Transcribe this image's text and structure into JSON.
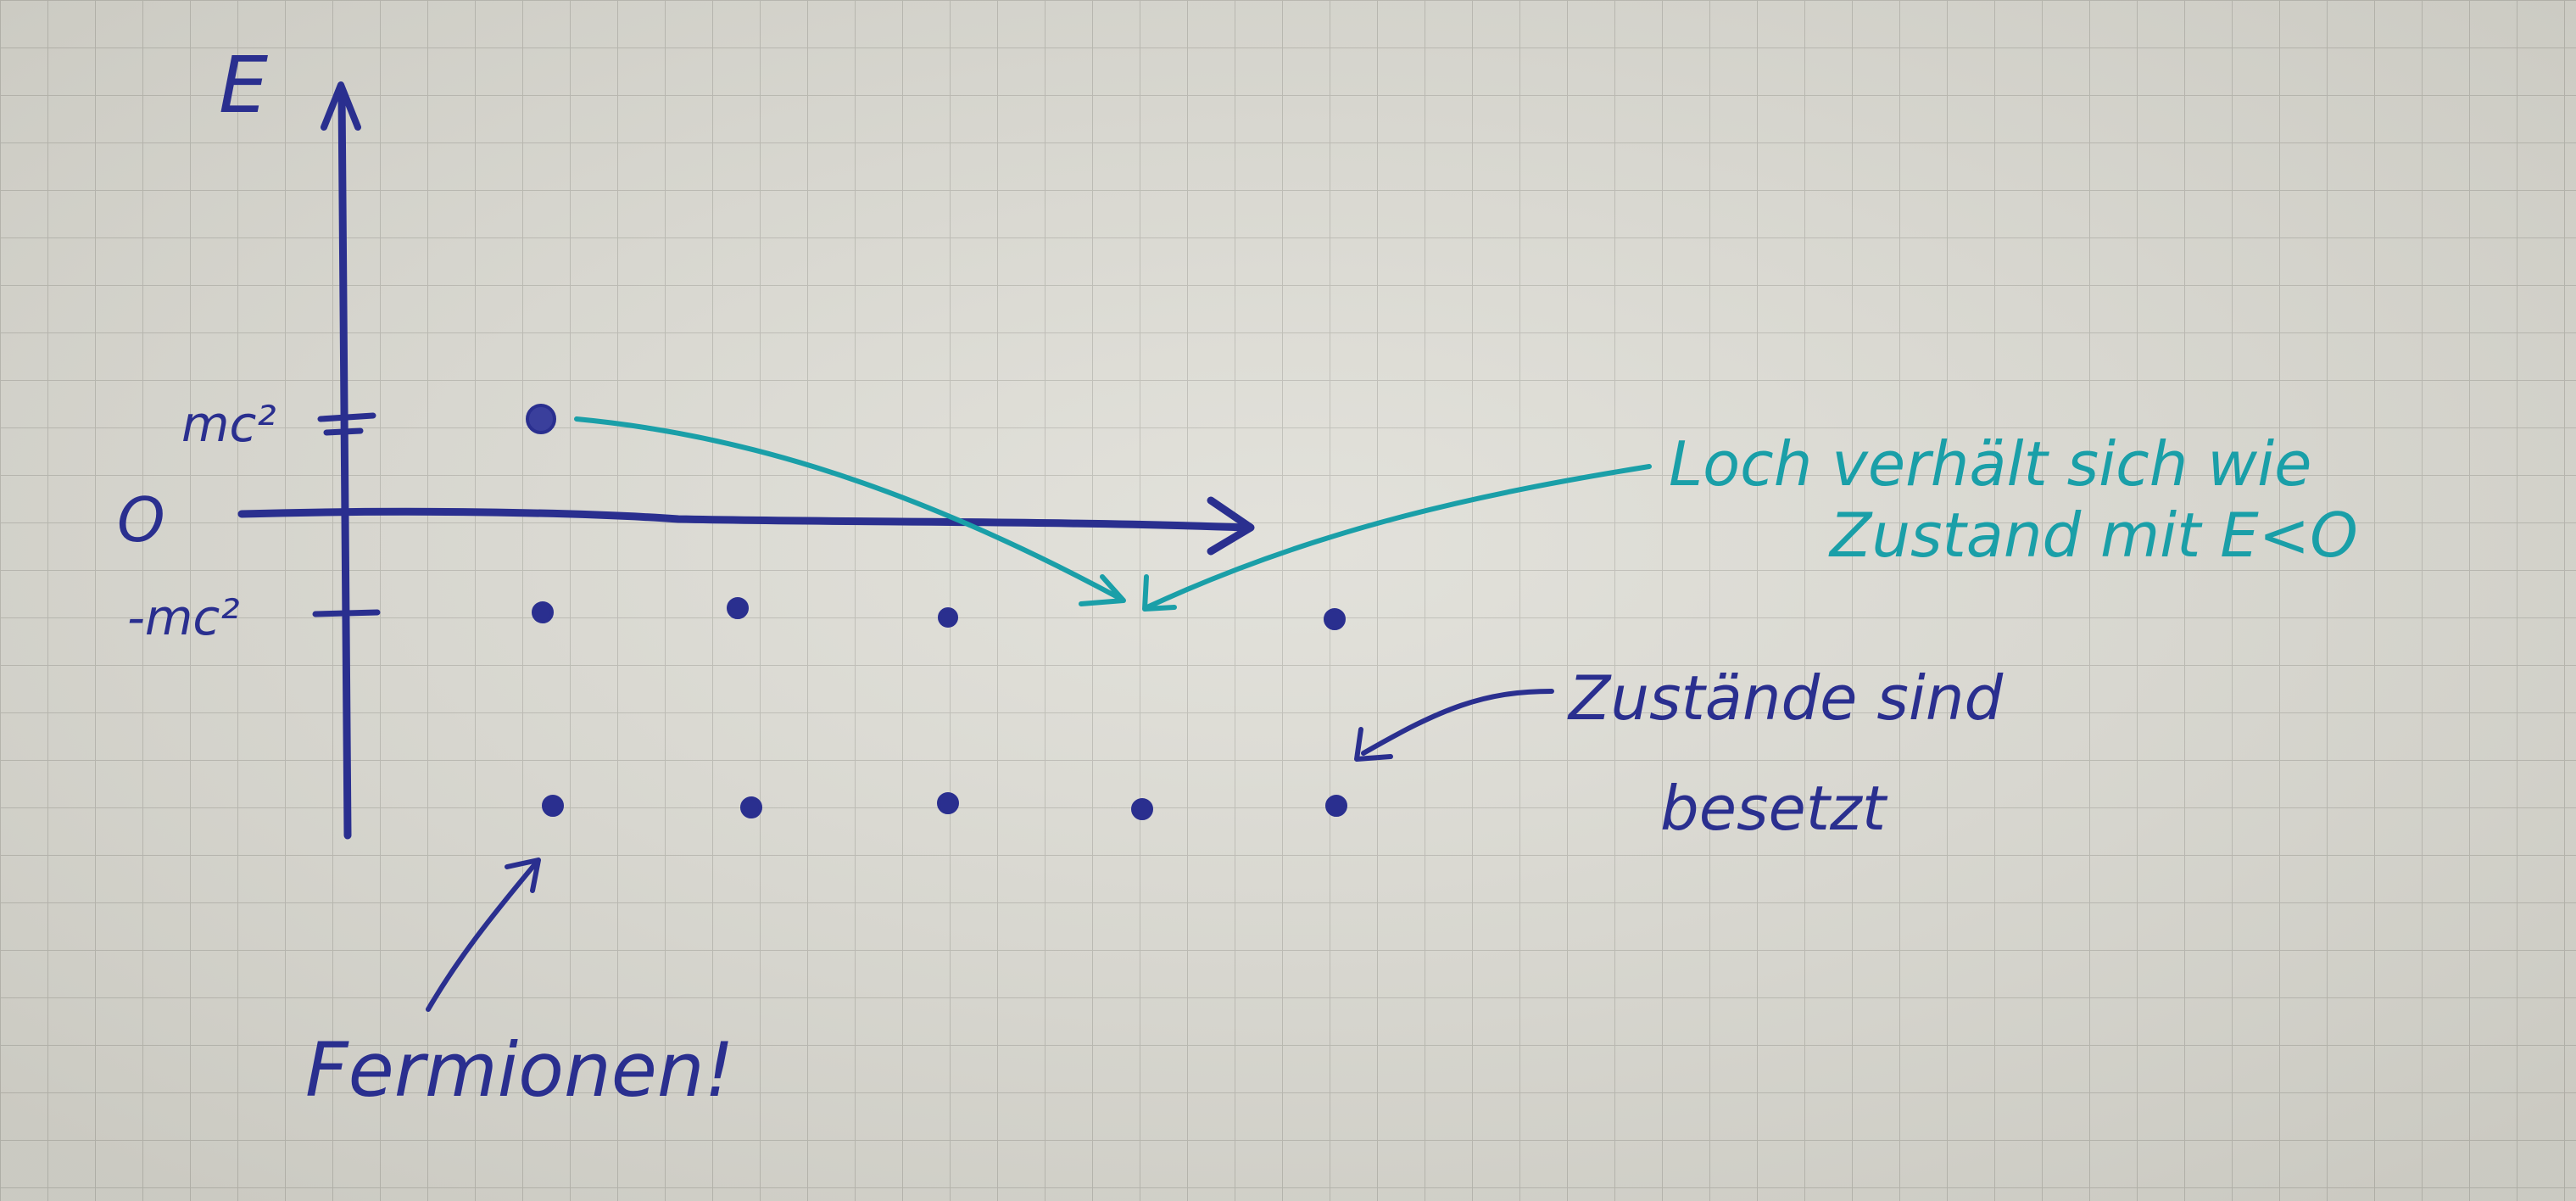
{
  "axes": {
    "y_label": "E",
    "tick_upper": "mc²",
    "tick_zero": "O",
    "tick_lower": "-mc²"
  },
  "annotations": {
    "hole_line1": "Loch verhält sich wie",
    "hole_line2": "Zustand mit E<O",
    "occupied_line1": "Zustände sind",
    "occupied_line2": "besetzt",
    "fermions": "Fermionen!"
  },
  "colors": {
    "paper": "#dcdbd3",
    "grid": "#b7b6ae",
    "ink_blue": "#2a2f8f",
    "ink_teal": "#1a9fa8"
  }
}
